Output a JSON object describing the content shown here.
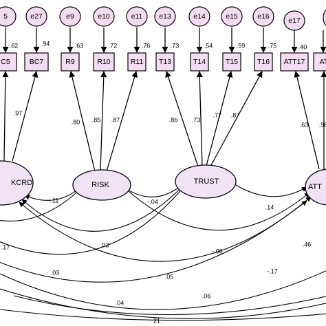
{
  "latents": [
    {
      "id": "KCRD",
      "label": "KCRD",
      "clipped": true
    },
    {
      "id": "RISK",
      "label": "RISK"
    },
    {
      "id": "TRUST",
      "label": "TRUST"
    },
    {
      "id": "ATT",
      "label": "ATT",
      "clipped": true
    }
  ],
  "indicators": [
    {
      "label": "C5",
      "error": "5",
      "error_loading": ".62",
      "factor_loading": ""
    },
    {
      "label": "BC7",
      "error": "e27",
      "error_loading": ".94",
      "factor_loading": ".97"
    },
    {
      "label": "R9",
      "error": "e9",
      "error_loading": ".63",
      "factor_loading": ".80"
    },
    {
      "label": "R10",
      "error": "e10",
      "error_loading": ".72",
      "factor_loading": ".85"
    },
    {
      "label": "R11",
      "error": "e11",
      "error_loading": ".76",
      "factor_loading": ".87"
    },
    {
      "label": "T13",
      "error": "e13",
      "error_loading": ".73",
      "factor_loading": ".86"
    },
    {
      "label": "T14",
      "error": "e14",
      "error_loading": ".54",
      "factor_loading": ".73"
    },
    {
      "label": "T15",
      "error": "e15",
      "error_loading": ".59",
      "factor_loading": ".77"
    },
    {
      "label": "T16",
      "error": "e16",
      "error_loading": ".75",
      "factor_loading": ".87"
    },
    {
      "label": "ATT17",
      "error": "e17",
      "error_loading": ".40",
      "factor_loading": ".63"
    },
    {
      "label": "AT",
      "error": "",
      "error_loading": "",
      "factor_loading": ".98"
    }
  ],
  "covariances": [
    {
      "from": "KCRD",
      "to": "RISK",
      "value": "-.11"
    },
    {
      "from": "RISK",
      "to": "TRUST",
      "value": "-.04"
    },
    {
      "from": "TRUST",
      "to": "ATT",
      "value": ".14"
    },
    {
      "from": "KCRD",
      "to": "TRUST",
      "value": ".03"
    },
    {
      "from": "RISK",
      "to": "ATT",
      "value": "-.06"
    },
    {
      "from": "KCRD",
      "to": "ATT",
      "value": ".05"
    },
    {
      "value": ".17"
    },
    {
      "value": ".46"
    },
    {
      "value": "-.17"
    },
    {
      "value": ".03"
    },
    {
      "value": ".06"
    },
    {
      "value": ".04"
    },
    {
      "value": "21"
    }
  ]
}
